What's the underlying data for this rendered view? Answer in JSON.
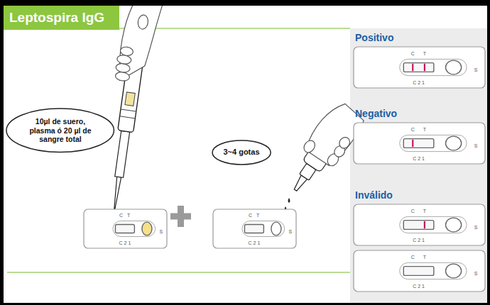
{
  "diagram": {
    "title": "Leptospira IgG",
    "nodes": [
      {
        "text": [
          "10µl de suero, plasma ó 20 µl de sangre total"
        ]
      },
      {
        "text": [
          "3~4 gotas"
        ]
      }
    ],
    "labels": [
      "Positivo",
      "Negativo",
      "Inválido",
      "C",
      "T",
      "C 2 1",
      "S",
      "C",
      "T",
      "C 2 1",
      "S",
      "C",
      "T",
      "C 2 1",
      "S",
      "C",
      "T",
      "C 2 1",
      "S",
      "C",
      "T",
      "C 2 1",
      "S",
      "C",
      "T",
      "C 2 1",
      "S"
    ]
  }
}
